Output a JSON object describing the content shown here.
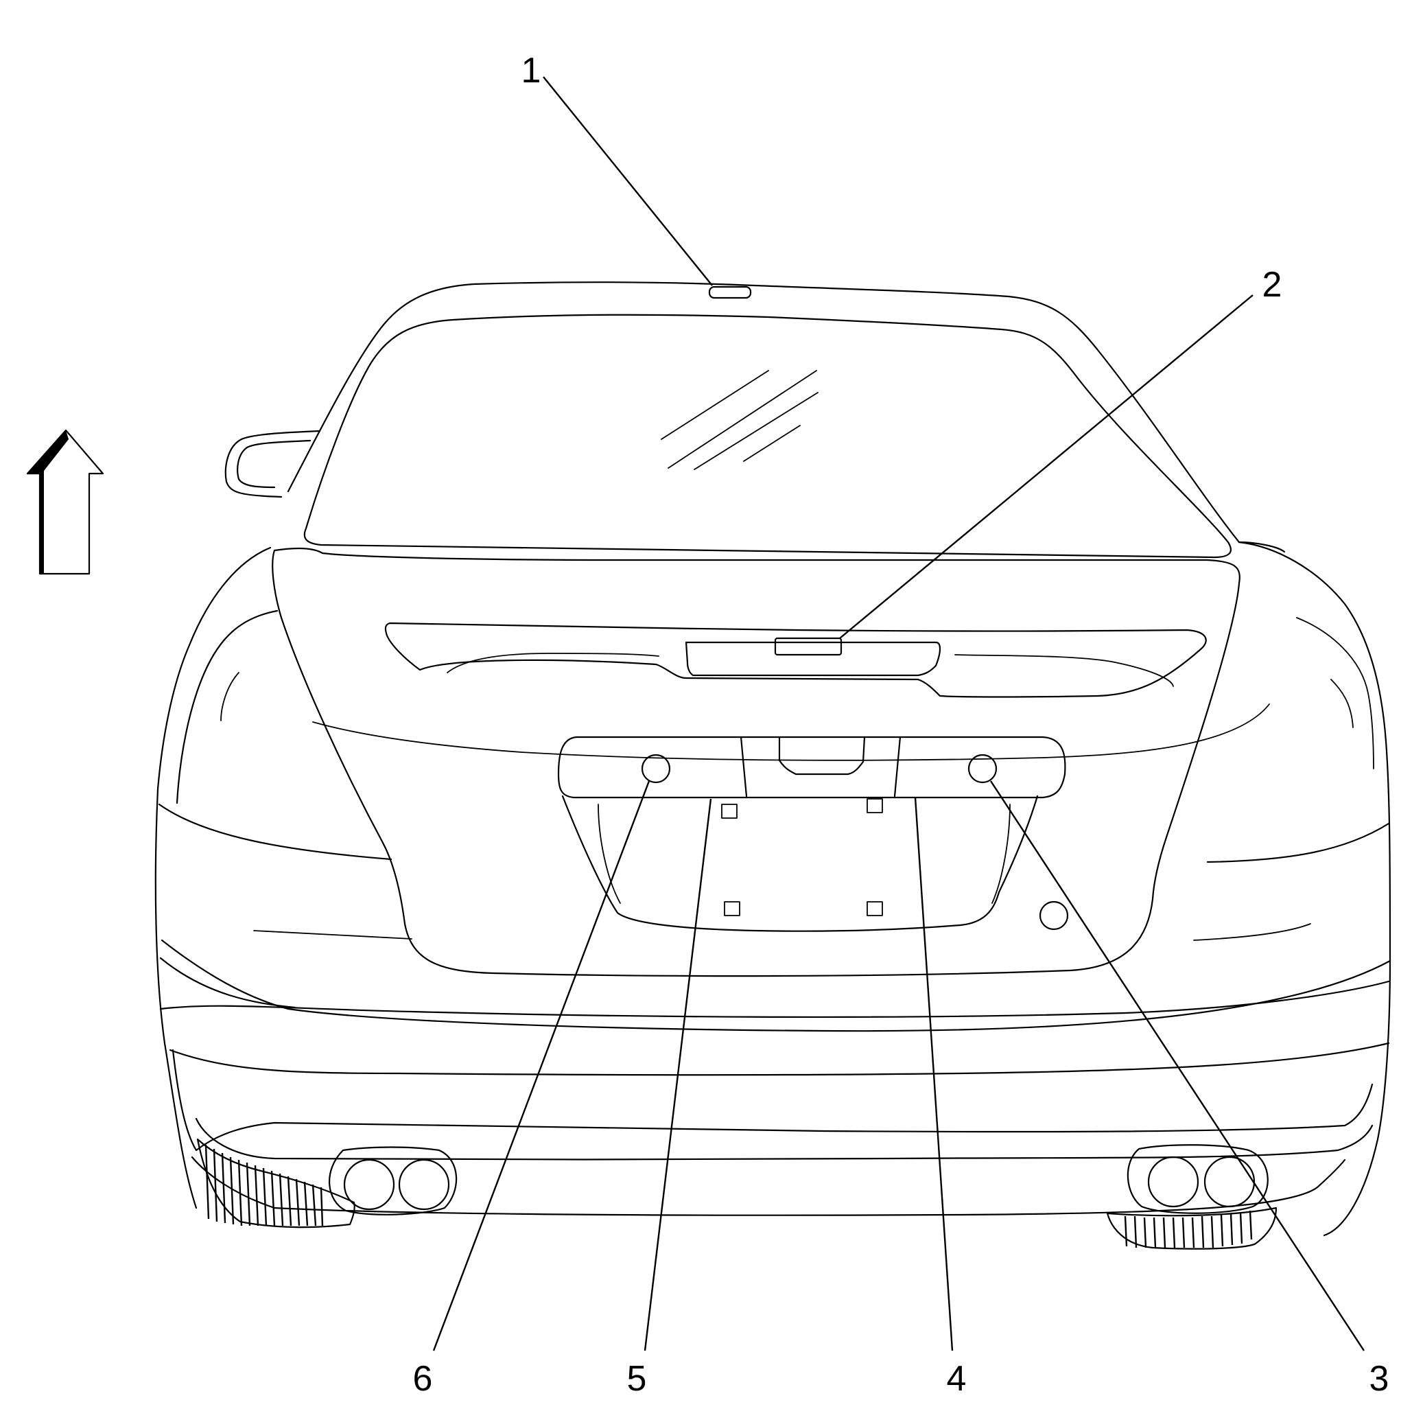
{
  "callouts": [
    {
      "id": "1",
      "label": "1"
    },
    {
      "id": "2",
      "label": "2"
    },
    {
      "id": "3",
      "label": "3"
    },
    {
      "id": "4",
      "label": "4"
    },
    {
      "id": "5",
      "label": "5"
    },
    {
      "id": "6",
      "label": "6"
    }
  ],
  "icons": {
    "forward_arrow": "arrow-up-icon"
  },
  "colors": {
    "line": "#000000",
    "background": "#ffffff"
  }
}
